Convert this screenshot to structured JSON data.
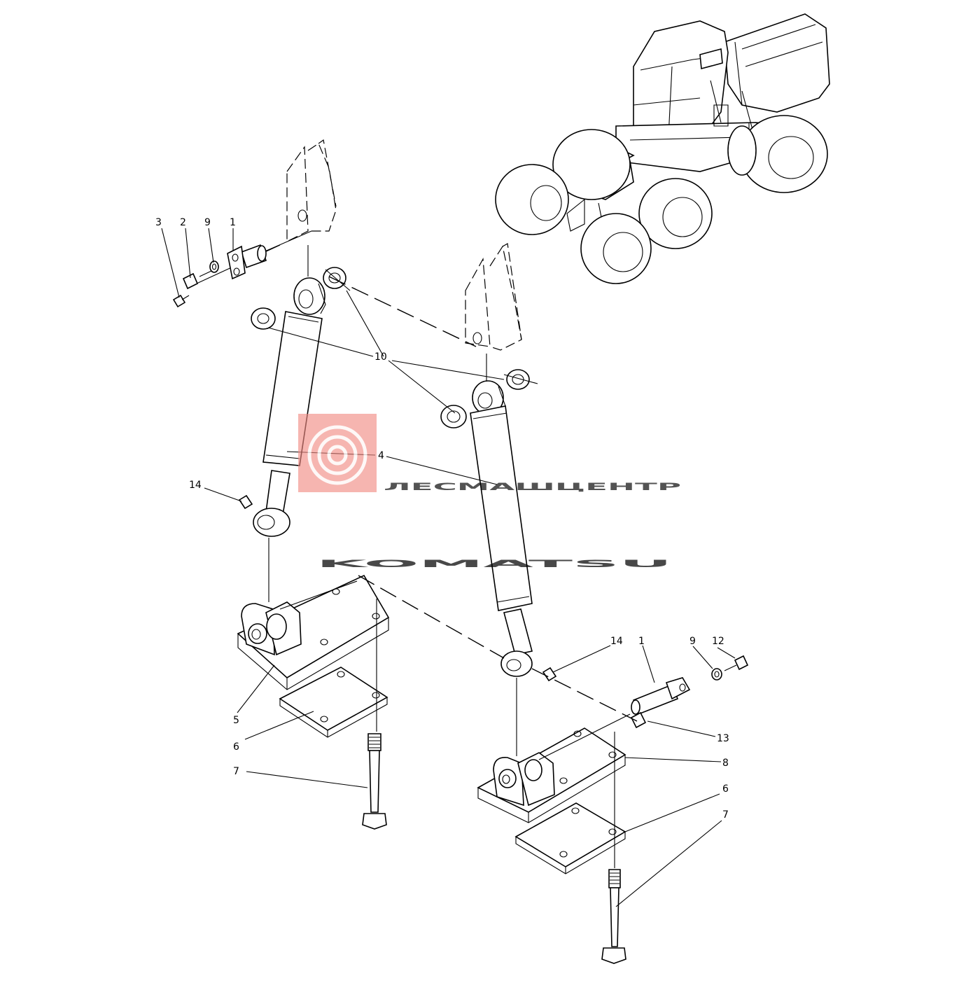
{
  "callouts": {
    "c3": "3",
    "c2": "2",
    "c9a": "9",
    "c1a": "1",
    "c10": "10",
    "c4": "4",
    "c14a": "14",
    "c5": "5",
    "c6a": "6",
    "c7a": "7",
    "c14b": "14",
    "c1b": "1",
    "c9b": "9",
    "c12": "12",
    "c13": "13",
    "c8": "8",
    "c6b": "6",
    "c7b": "7"
  },
  "watermark": {
    "brand_cyrillic": "ЛЕСМАШЦЕНТР",
    "brand_latin": "KOMATSU",
    "logo_color": "#f08a82",
    "text_color": "#b8b8b8"
  }
}
